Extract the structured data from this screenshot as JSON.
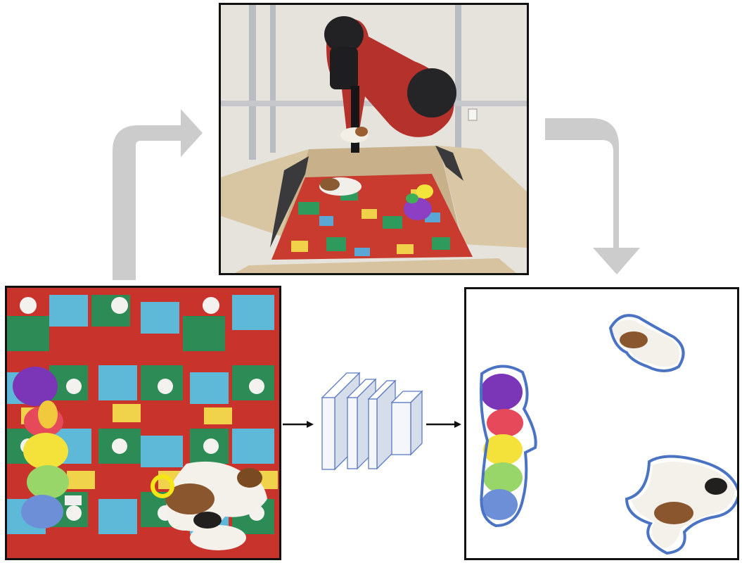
{
  "figure": {
    "panels": {
      "robot_photo": "robot-arm-photo",
      "input_image": "overhead-input-image",
      "output_image": "segmentation-output-image"
    },
    "network_blocks": 4,
    "colors": {
      "flow_arrow": "#cccccc",
      "network_block_fill": "#eef2fa",
      "network_block_edge": "#5b7bc4",
      "mask_outline": "#4a73c4",
      "grasp_marker": "#f5e617",
      "robot_arm": "#b5312b"
    },
    "objects": [
      "caterpillar-toy",
      "small-dog-toy",
      "large-dog-toy"
    ],
    "grasp_target": "large-dog-toy"
  }
}
